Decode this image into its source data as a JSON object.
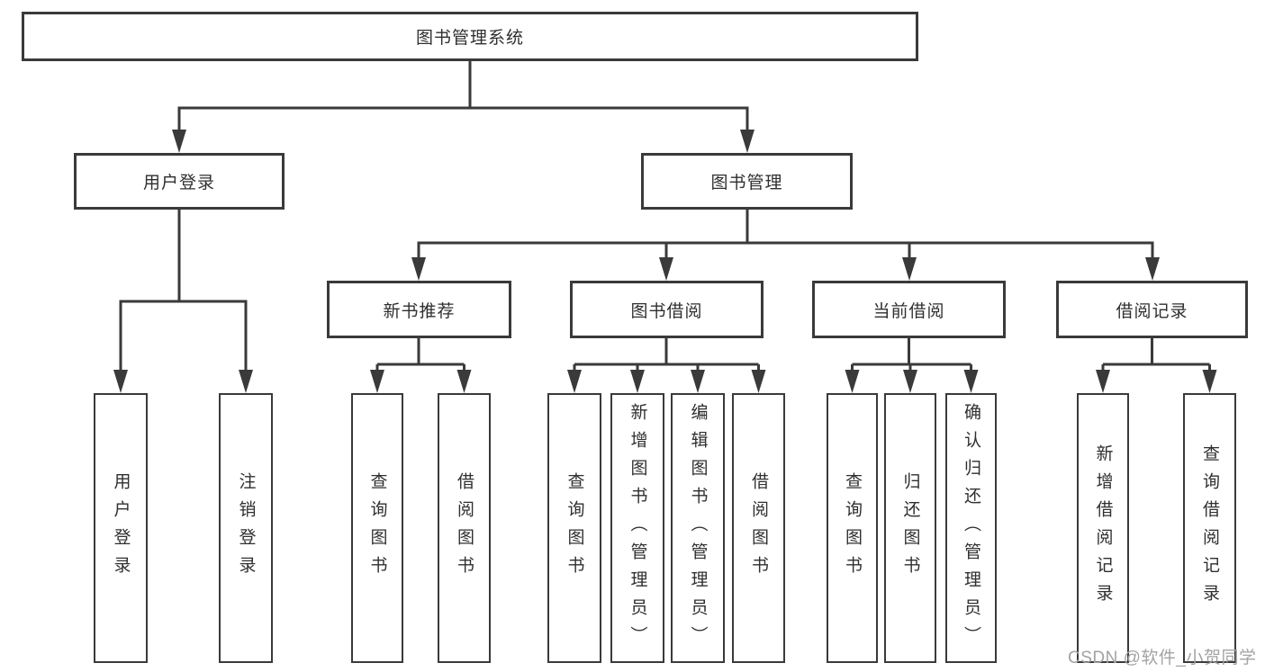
{
  "tree": {
    "label": "图书管理系统",
    "children": [
      {
        "label": "用户登录",
        "children": [
          {
            "label": "用户登录"
          },
          {
            "label": "注销登录"
          }
        ]
      },
      {
        "label": "图书管理",
        "children": [
          {
            "label": "新书推荐",
            "children": [
              {
                "label": "查询图书"
              },
              {
                "label": "借阅图书"
              }
            ]
          },
          {
            "label": "图书借阅",
            "children": [
              {
                "label": "查询图书"
              },
              {
                "label": "新增图书（管理员）"
              },
              {
                "label": "编辑图书（管理员）"
              },
              {
                "label": "借阅图书"
              }
            ]
          },
          {
            "label": "当前借阅",
            "children": [
              {
                "label": "查询图书"
              },
              {
                "label": "归还图书"
              },
              {
                "label": "确认归还（管理员）"
              }
            ]
          },
          {
            "label": "借阅记录",
            "children": [
              {
                "label": "新增借阅记录"
              },
              {
                "label": "查询借阅记录"
              }
            ]
          }
        ]
      }
    ]
  },
  "watermark": "CSDN @软件_小贺同学",
  "colors": {
    "line": "#3a3a3a",
    "text": "#2f2f2f",
    "watermark": "#a3a3a3",
    "background": "#ffffff"
  }
}
